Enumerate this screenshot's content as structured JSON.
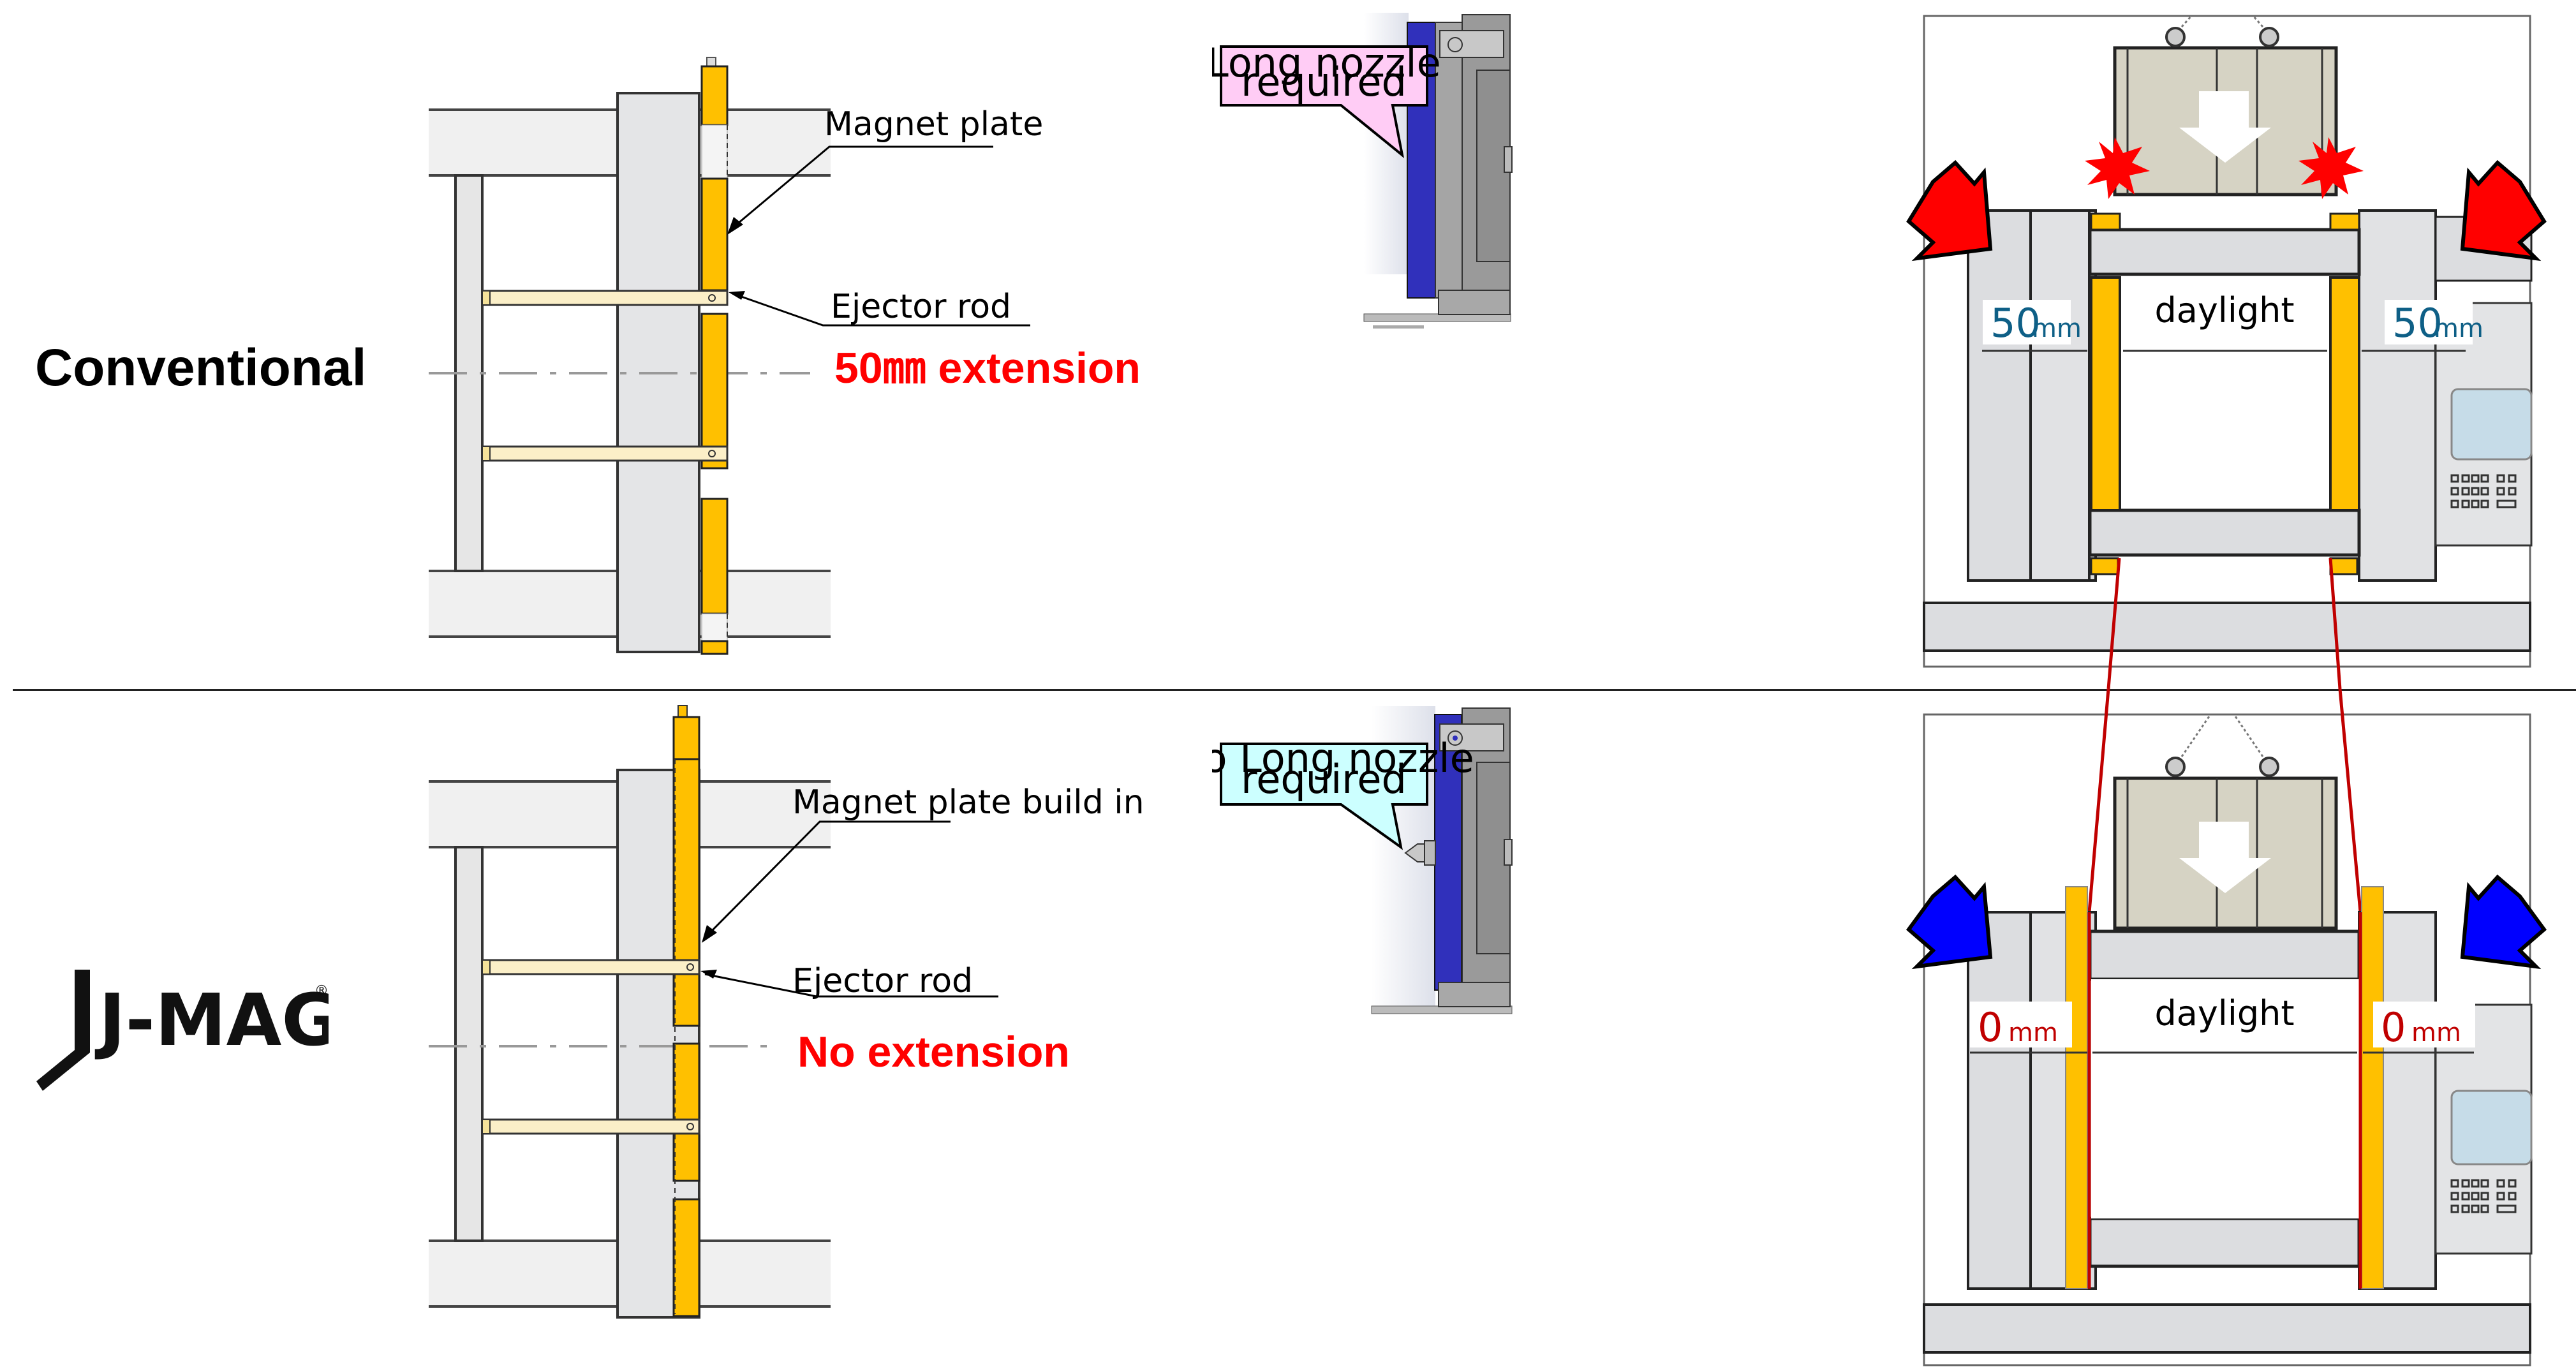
{
  "rows": [
    {
      "label": "Conventional",
      "left_diagram": {
        "magnet_label": "Magnet plate",
        "ejector_label": "Ejector rod",
        "extension_note": "50㎜ extension"
      },
      "callout": {
        "line1": "Long nozzle",
        "line2": "required",
        "fill_color": "#ffccf5"
      },
      "right_diagram": {
        "left_gap_value": "50",
        "left_gap_unit": "mm",
        "right_gap_value": "50",
        "right_gap_unit": "mm",
        "center_label": "daylight",
        "gap_color": "#0e5f86",
        "arrow_color": "#ff0000",
        "collision_marks": true
      }
    },
    {
      "label": "J-MAG",
      "logo_text": "J-MAG",
      "logo_mark": "®",
      "left_diagram": {
        "magnet_label": "Magnet plate build in",
        "ejector_label": "Ejector rod",
        "extension_note": "No extension"
      },
      "callout": {
        "line1": "No Long nozzle",
        "line2": "required",
        "fill_color": "#ccffff"
      },
      "right_diagram": {
        "left_gap_value": "0",
        "left_gap_unit": "mm",
        "right_gap_value": "0",
        "right_gap_unit": "mm",
        "center_label": "daylight",
        "gap_color": "#c00000",
        "arrow_color": "#0000ff",
        "collision_marks": false
      }
    }
  ],
  "colors": {
    "magnet_plate": "#ffc000",
    "ejector_rod": "#fbefc8",
    "frame_gray": "#e5e6e8",
    "mold_blue": "#3030bb",
    "mold_body": "#d6d3c4"
  }
}
